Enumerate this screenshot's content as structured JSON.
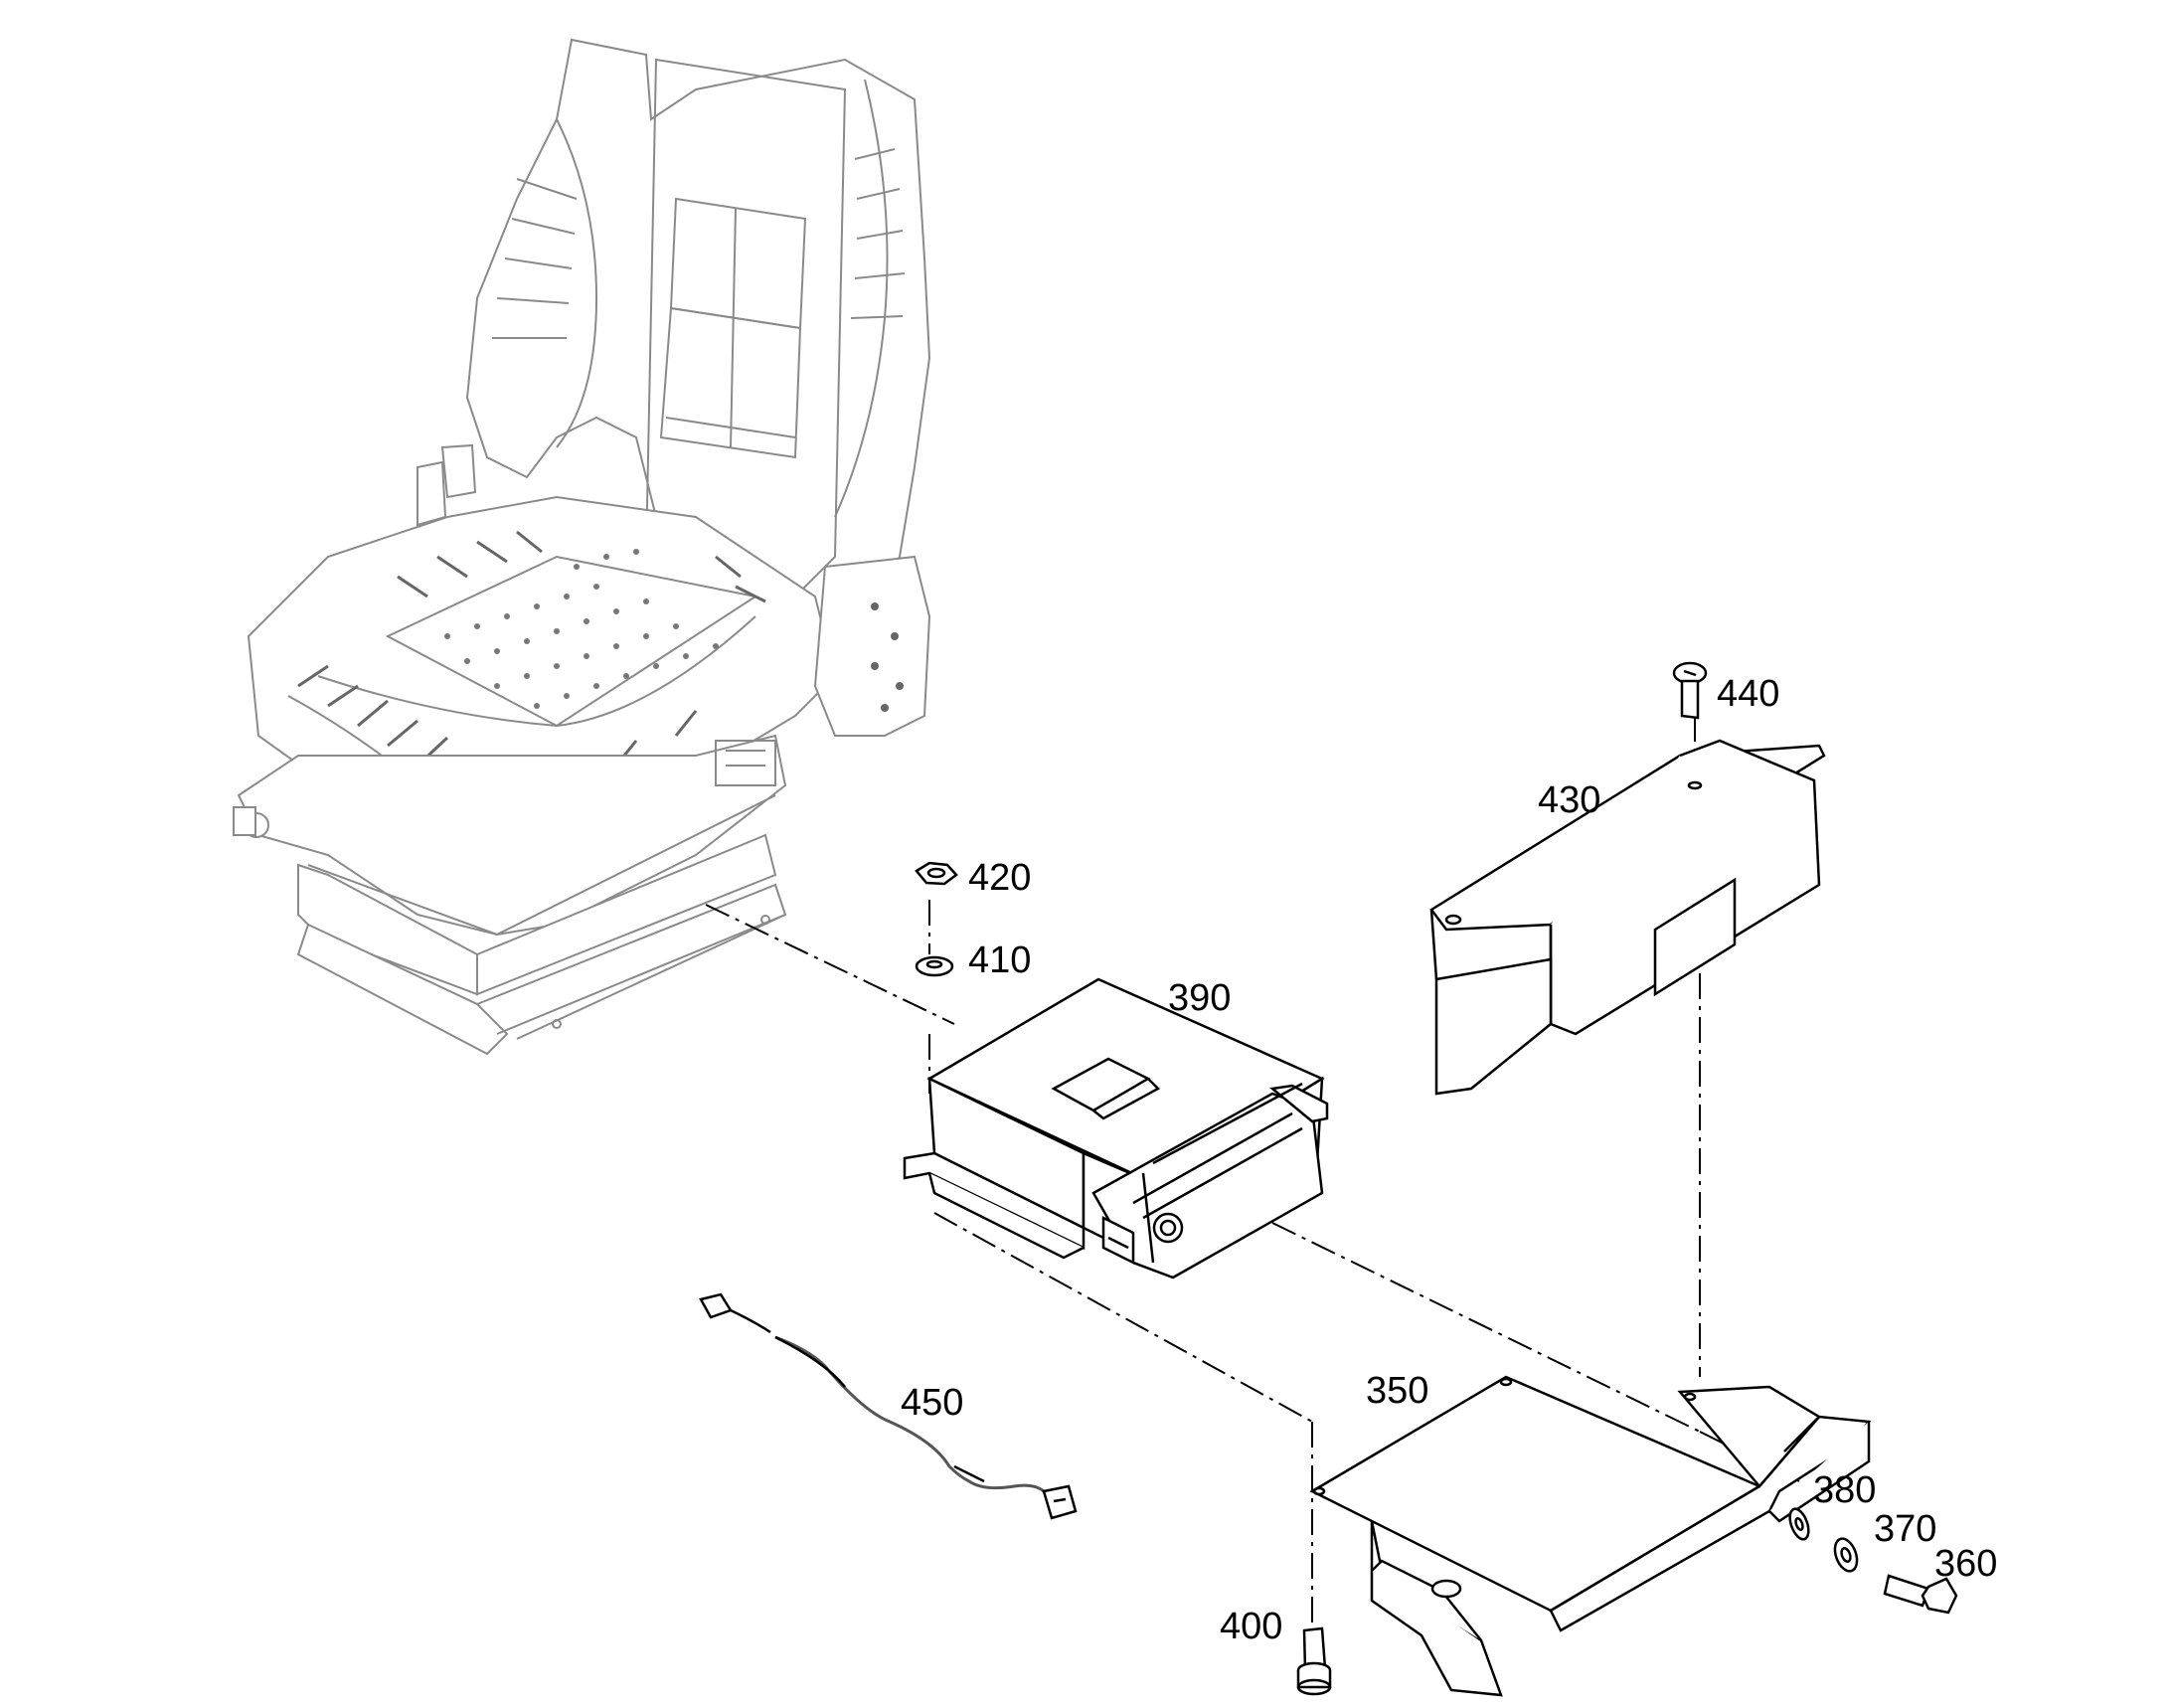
{
  "diagram": {
    "callouts": {
      "c350": "350",
      "c360": "360",
      "c370": "370",
      "c380": "380",
      "c390": "390",
      "c400": "400",
      "c410": "410",
      "c420": "420",
      "c430": "430",
      "c440": "440",
      "c450": "450"
    }
  }
}
